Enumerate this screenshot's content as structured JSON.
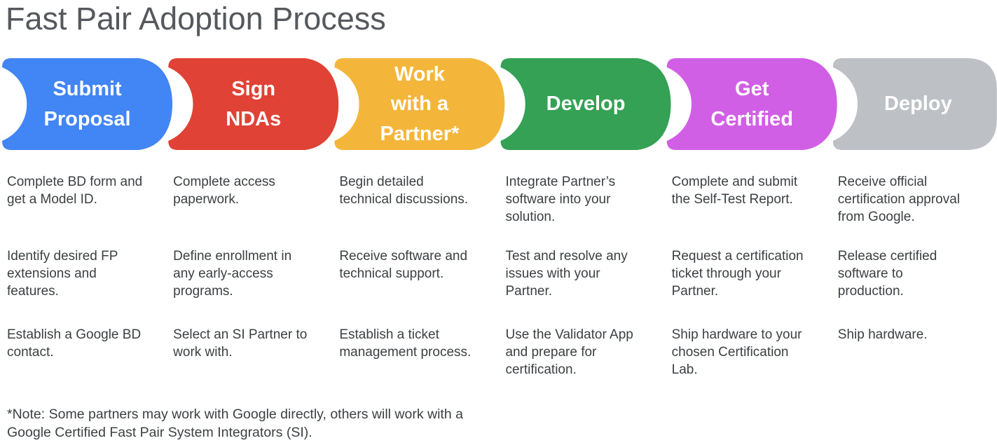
{
  "page": {
    "title": "Fast Pair Adoption Process"
  },
  "footnote": "*Note: Some partners may work with Google directly, others will work with a\nGoogle Certified Fast Pair System Integrators (SI).",
  "stages": [
    {
      "label": "Submit\nProposal",
      "color": "#4285F4",
      "items": [
        "Complete BD form and\nget a Model ID.",
        "Identify desired FP\nextensions and\nfeatures.",
        "Establish a Google BD\ncontact."
      ]
    },
    {
      "label": "Sign\nNDAs",
      "color": "#E04235",
      "items": [
        "Complete access\npaperwork.",
        "Define enrollment in\nany early-access\nprograms.",
        "Select an SI Partner to\nwork with."
      ]
    },
    {
      "label": "Work\nwith a\nPartner*",
      "color": "#F4B63A",
      "items": [
        "Begin detailed\ntechnical discussions.",
        "Receive software and\ntechnical support.",
        "Establish a ticket\nmanagement process."
      ]
    },
    {
      "label": "Develop",
      "color": "#34A154",
      "items": [
        "Integrate Partner’s\nsoftware into your\nsolution.",
        "Test and resolve any\nissues with your\nPartner.",
        "Use the Validator App\nand prepare for\ncertification."
      ]
    },
    {
      "label": "Get\nCertified",
      "color": "#D15FE5",
      "items": [
        "Complete and submit\nthe Self-Test Report.",
        "Request a certification\nticket through your\nPartner.",
        "Ship hardware to your\nchosen Certification\nLab."
      ]
    },
    {
      "label": "Deploy",
      "color": "#BDC1C5",
      "items": [
        "Receive official\ncertification approval\nfrom Google.",
        "Release certified\nsoftware to\nproduction.",
        "Ship hardware."
      ]
    }
  ]
}
